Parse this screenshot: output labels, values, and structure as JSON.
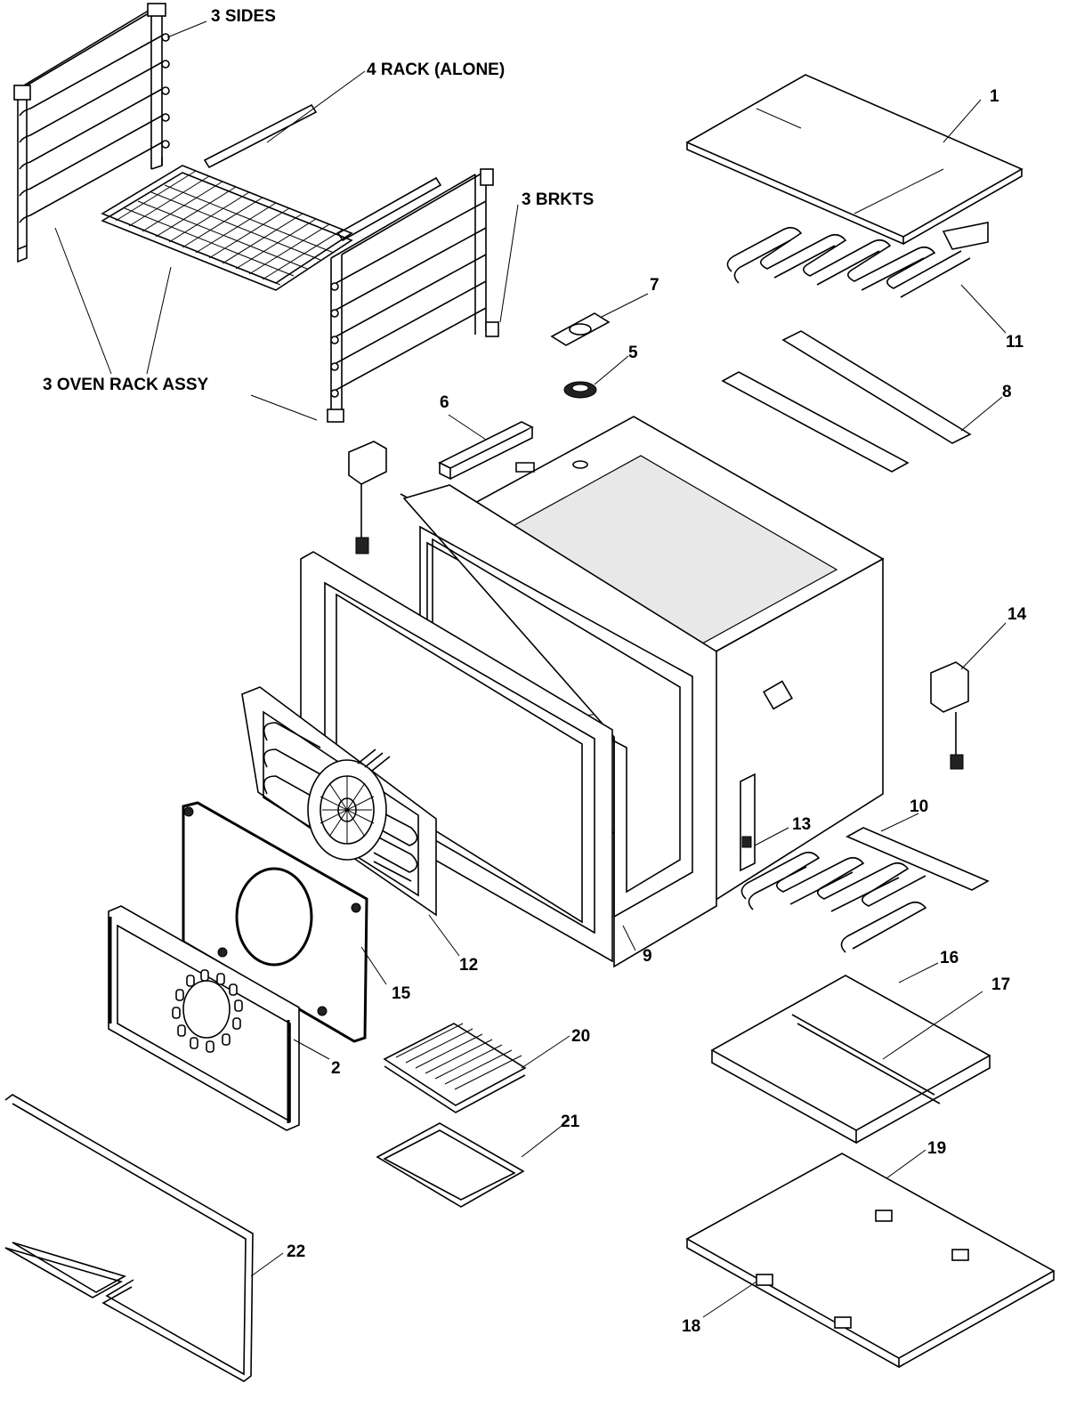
{
  "labels": {
    "sides": "3  SIDES",
    "rack_alone": "4  RACK (ALONE)",
    "brkts": "3  BRKTS",
    "oven_rack_assy": "3  OVEN RACK ASSY",
    "p1": "1",
    "p2": "2",
    "p5": "5",
    "p6": "6",
    "p7": "7",
    "p8": "8",
    "p9": "9",
    "p10": "10",
    "p11": "11",
    "p12": "12",
    "p13": "13",
    "p14": "14",
    "p15": "15",
    "p16": "16",
    "p17": "17",
    "p18": "18",
    "p19": "19",
    "p20": "20",
    "p21": "21",
    "p22": "22"
  }
}
